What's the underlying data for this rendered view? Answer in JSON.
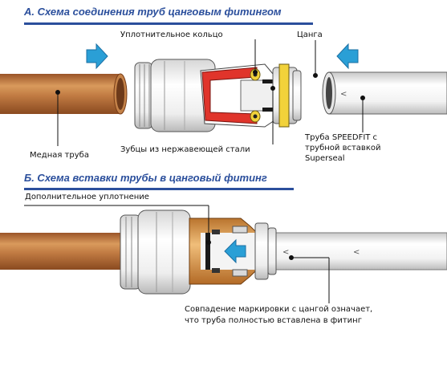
{
  "section_a": {
    "title": "A.   Схема соединения труб цанговым фитингом",
    "labels": {
      "seal_ring": "Уплотнительное кольцо",
      "collet": "Цанга",
      "copper_pipe": "Медная труба",
      "teeth": "Зубцы из нержавеющей стали",
      "speedfit_1": "Труба SPEEDFIT с",
      "speedfit_2": "трубной вставкой",
      "speedfit_3": "Superseal"
    }
  },
  "section_b": {
    "title": "Б.   Схема вставки трубы в цанговый фитинг",
    "labels": {
      "extra_seal": "Дополнительное уплотнение",
      "marking_1": "Совпадение маркировки с цангой означает,",
      "marking_2": "что труба полностью вставлена в фитинг"
    }
  },
  "colors": {
    "accent_blue": "#2b4f9c",
    "arrow_blue": "#2a9fd6",
    "copper": "#b8723e",
    "seal_red": "#e0342b",
    "ring_yellow": "#f2d23a",
    "brass": "#d79a4e"
  }
}
